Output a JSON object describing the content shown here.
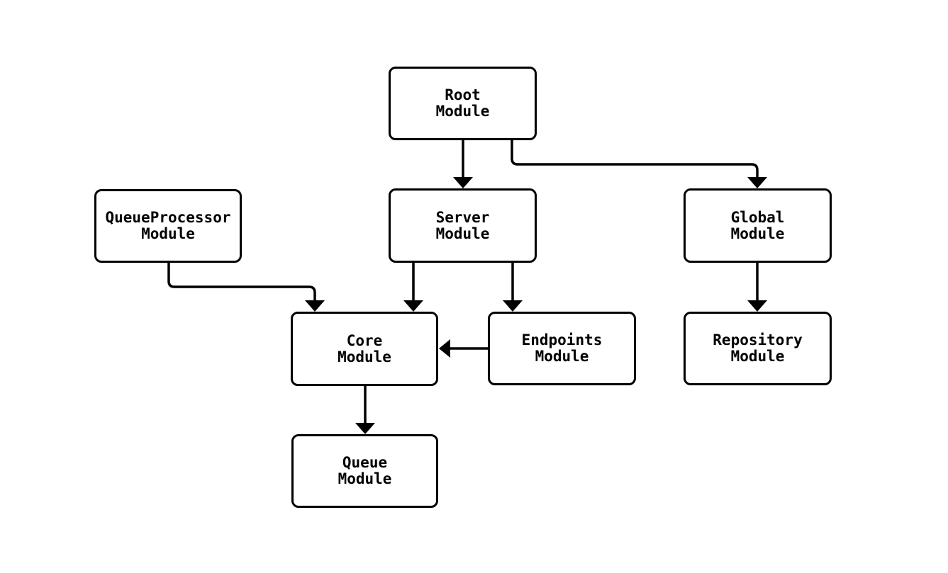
{
  "diagram": {
    "type": "flowchart",
    "background_color": "#ffffff",
    "stroke_color": "#000000",
    "text_color": "#000000",
    "nodes": [
      {
        "id": "root",
        "line1": "Root",
        "line2": "Module"
      },
      {
        "id": "queueprocessor",
        "line1": "QueueProcessor",
        "line2": "Module"
      },
      {
        "id": "server",
        "line1": "Server",
        "line2": "Module"
      },
      {
        "id": "global",
        "line1": "Global",
        "line2": "Module"
      },
      {
        "id": "core",
        "line1": "Core",
        "line2": "Module"
      },
      {
        "id": "endpoints",
        "line1": "Endpoints",
        "line2": "Module"
      },
      {
        "id": "repository",
        "line1": "Repository",
        "line2": "Module"
      },
      {
        "id": "queue",
        "line1": "Queue",
        "line2": "Module"
      }
    ],
    "edges": [
      {
        "from": "Root Module",
        "to": "Server Module"
      },
      {
        "from": "Root Module",
        "to": "Global Module"
      },
      {
        "from": "QueueProcessor Module",
        "to": "Core Module"
      },
      {
        "from": "Server Module",
        "to": "Core Module"
      },
      {
        "from": "Server Module",
        "to": "Endpoints Module"
      },
      {
        "from": "Endpoints Module",
        "to": "Core Module"
      },
      {
        "from": "Core Module",
        "to": "Queue Module"
      },
      {
        "from": "Global Module",
        "to": "Repository Module"
      }
    ]
  }
}
